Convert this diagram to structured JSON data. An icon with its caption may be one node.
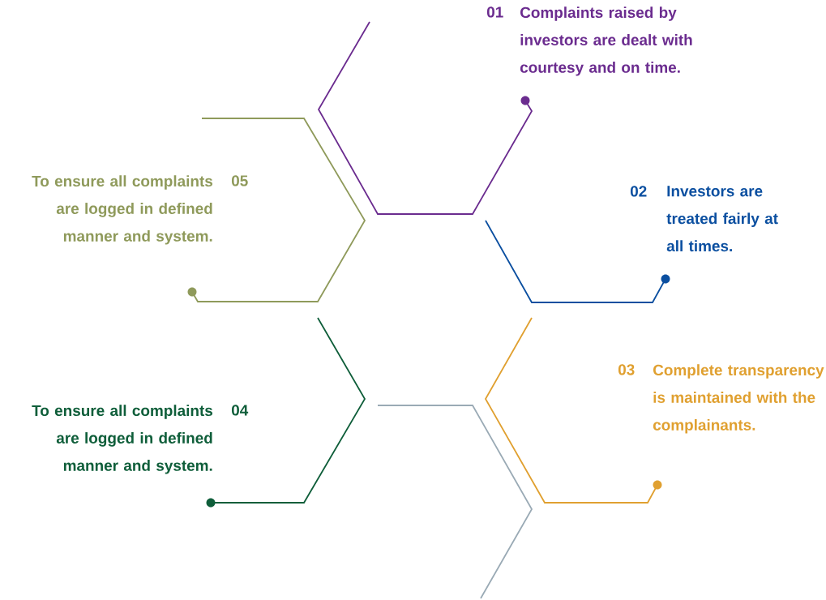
{
  "diagram": {
    "labels": [
      "01",
      "Complaints raised by investors are dealt with courtesy and on time.",
      "05",
      "To ensure all complaints are logged in defined manner and system.",
      "02",
      "Investors are treated fairly at all times.",
      "03",
      "Complete transparency is maintained with the complainants.",
      "04",
      "To ensure all complaints are logged in defined manner and system."
    ]
  }
}
